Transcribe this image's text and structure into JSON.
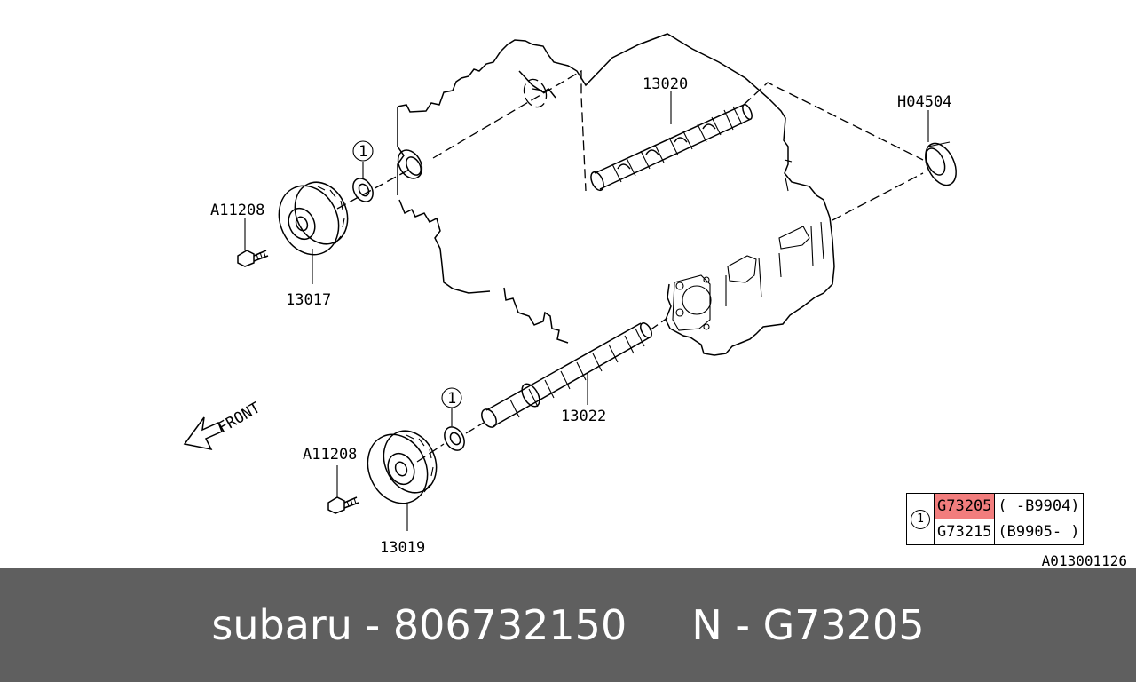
{
  "labels": {
    "camshaft_upper": "13020",
    "camshaft_lower": "13022",
    "pulley_upper": "13017",
    "pulley_lower": "13019",
    "bolt_upper": "A11208",
    "bolt_lower": "A11208",
    "plug": "H04504",
    "front": "FRONT",
    "callout_upper": "1",
    "callout_lower": "1"
  },
  "legend": {
    "index": "1",
    "rows": [
      {
        "part": "G73205",
        "range": "( -B9904)",
        "highlight": true
      },
      {
        "part": "G73215",
        "range": "(B9905- )",
        "highlight": false
      }
    ]
  },
  "reference_code": "A013001126",
  "footer": {
    "brand": "subaru",
    "part_number": "806732150",
    "sep1": " - ",
    "prefix": "N",
    "sep2": " - ",
    "code": "G73205"
  },
  "colors": {
    "highlight": "#f27d7d",
    "footer_bg": "#5f5f5f",
    "footer_text": "#ffffff"
  }
}
